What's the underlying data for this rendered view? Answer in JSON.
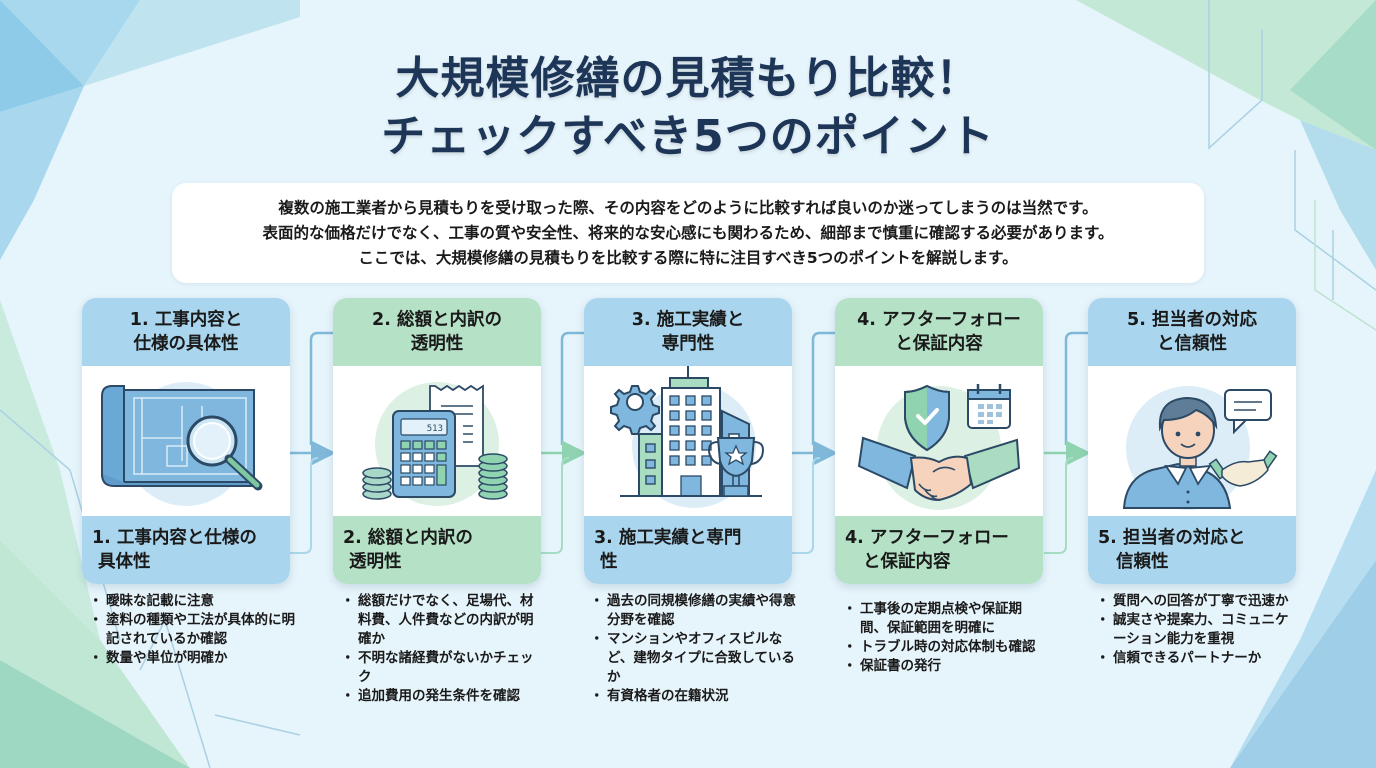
{
  "title": {
    "line1": "大規模修繕の見積もり比較！",
    "line2": "チェックすべき5つのポイント"
  },
  "intro": {
    "lines": [
      "複数の施工業者から見積もりを受け取った際、その内容をどのように比較すれば良いのか迷ってしまうのは当然です。",
      "表面的な価格だけでなく、工事の質や安全性、将来的な安心感にも関わるため、細部まで慎重に確認する必要があります。",
      "ここでは、大規模修繕の見積もりを比較する際に特に注目すべき5つのポイントを解説します。"
    ]
  },
  "colors": {
    "title": "#1d3557",
    "blue_band": "#a9d6ee",
    "green_band": "#b5e2c6",
    "connector_blue": "#7fb8d8",
    "connector_green": "#8fd3b0"
  },
  "points": [
    {
      "header": "1. 工事内容と仕様の具体性",
      "header_lines": [
        "1. 工事内容と",
        "仕様の具体性"
      ],
      "footer_lines": [
        "1. 工事内容と仕様の",
        "具体性"
      ],
      "icon": "blueprint-magnifier-icon",
      "bullets": [
        "曖昧な記載に注意",
        "塗料の種類や工法が具体的に明記されているか確認",
        "数量や単位が明確か"
      ]
    },
    {
      "header": "2. 総額と内訳の透明性",
      "header_lines": [
        "2. 総額と内訳の",
        "透明性"
      ],
      "footer_lines": [
        "2. 総額と内訳の",
        "透明性"
      ],
      "icon": "calculator-receipt-coins-icon",
      "calculator_display": "513",
      "bullets": [
        "総額だけでなく、足場代、材料費、人件費などの内訳が明確か",
        "不明な諸経費がないかチェック",
        "追加費用の発生条件を確認"
      ]
    },
    {
      "header": "3. 施工実績と専門性",
      "header_lines": [
        "3. 施工実績と",
        "専門性"
      ],
      "footer_lines": [
        "3. 施工実績と専門",
        "性"
      ],
      "icon": "building-gear-trophy-icon",
      "bullets": [
        "過去の同規模修繕の実績や得意分野を確認",
        "マンションやオフィスビルなど、建物タイプに合致しているか",
        "有資格者の在籍状況"
      ]
    },
    {
      "header": "4. アフターフォローと保証内容",
      "header_lines": [
        "4. アフターフォロー",
        "と保証内容"
      ],
      "footer_lines": [
        "4. アフターフォロー",
        "と保証内容"
      ],
      "icon": "handshake-shield-calendar-icon",
      "bullets": [
        "工事後の定期点検や保証期間、保証範囲を明確に",
        "トラブル時の対応体制も確認",
        "保証書の発行"
      ]
    },
    {
      "header": "5. 担当者の対応と信頼性",
      "header_lines": [
        "5. 担当者の対応",
        "と信頼性"
      ],
      "footer_lines": [
        "5. 担当者の対応と",
        "信頼性"
      ],
      "icon": "person-speech-handshake-icon",
      "bullets": [
        "質問への回答が丁寧で迅速か",
        "誠実さや提案力、コミュニケーション能力を重視",
        "信頼できるパートナーか"
      ]
    }
  ]
}
